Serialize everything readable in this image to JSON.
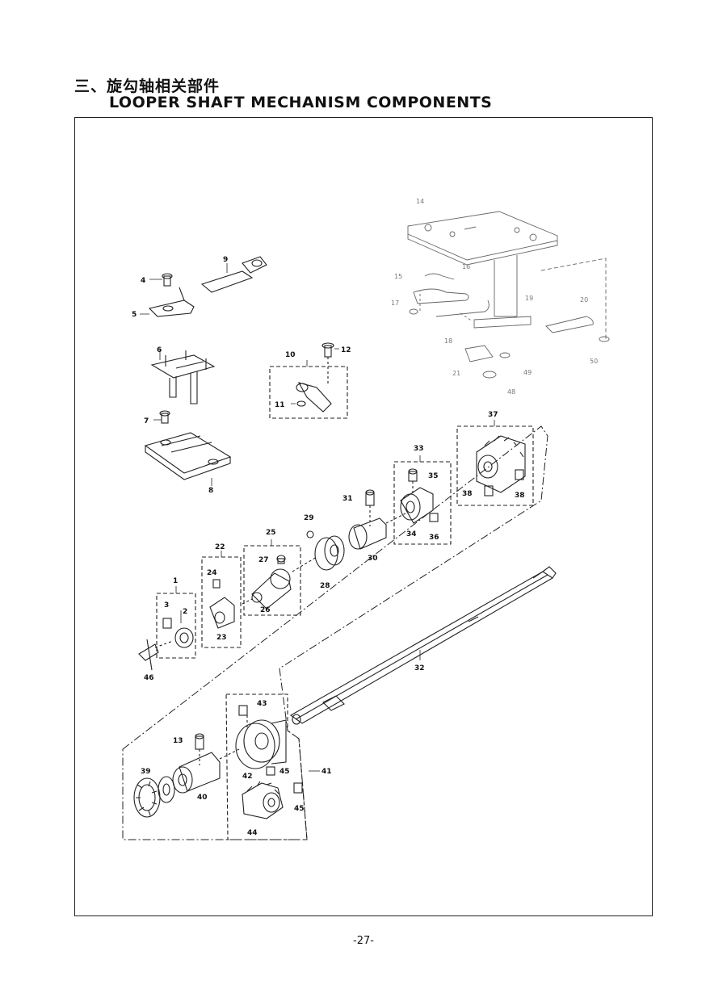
{
  "header": {
    "title_cn": "三、旋勾轴相关部件",
    "title_en": "LOOPER SHAFT MECHANISM COMPONENTS"
  },
  "footer": {
    "page_number": "-27-"
  },
  "callouts": {
    "p1": "1",
    "p2": "2",
    "p3": "3",
    "p4": "4",
    "p5": "5",
    "p6": "6",
    "p7": "7",
    "p8": "8",
    "p9": "9",
    "p10": "10",
    "p11": "11",
    "p12": "12",
    "p13": "13",
    "p14": "14",
    "p15": "15",
    "p16": "16",
    "p17": "17",
    "p18": "18",
    "p19": "19",
    "p20": "20",
    "p21": "21",
    "p22": "22",
    "p23": "23",
    "p24": "24",
    "p25": "25",
    "p26": "26",
    "p27": "27",
    "p28": "28",
    "p29": "29",
    "p30": "30",
    "p31": "31",
    "p32": "32",
    "p33": "33",
    "p34": "34",
    "p35": "35",
    "p36": "36",
    "p37": "37",
    "p38": "38",
    "p39": "39",
    "p40": "40",
    "p41": "41",
    "p42": "42",
    "p43": "43",
    "p44": "44",
    "p45": "45",
    "p46": "46",
    "p48": "48",
    "p49": "49",
    "p50": "50"
  }
}
